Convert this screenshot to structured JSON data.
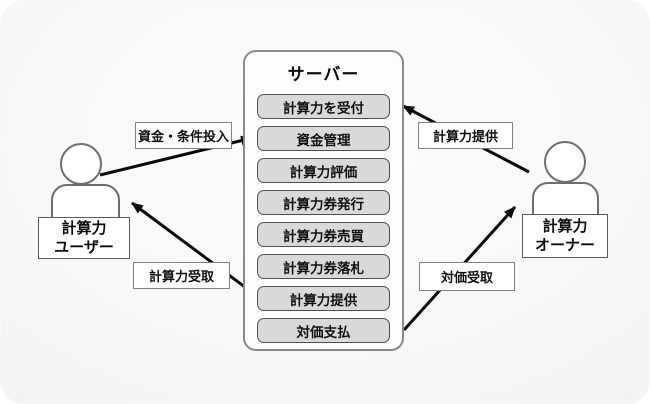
{
  "diagram": {
    "server": {
      "title": "サーバー",
      "processes": [
        "計算力を受付",
        "資金管理",
        "計算力評価",
        "計算力券発行",
        "計算力券売買",
        "計算力券落札",
        "計算力提供",
        "対価支払"
      ]
    },
    "actors": {
      "user": {
        "line1": "計算力",
        "line2": "ユーザー"
      },
      "owner": {
        "line1": "計算力",
        "line2": "オーナー"
      }
    },
    "flow_labels": {
      "fund_input": "資金・条件投入",
      "power_provide": "計算力提供",
      "power_receive": "計算力受取",
      "pay_receive": "対価受取"
    },
    "colors": {
      "process_fill": "#d9d9d9",
      "process_border": "#4f4f4f",
      "server_border": "#8a8a8a",
      "arrow": "#0a0a0a",
      "label_border": "#808080"
    }
  }
}
